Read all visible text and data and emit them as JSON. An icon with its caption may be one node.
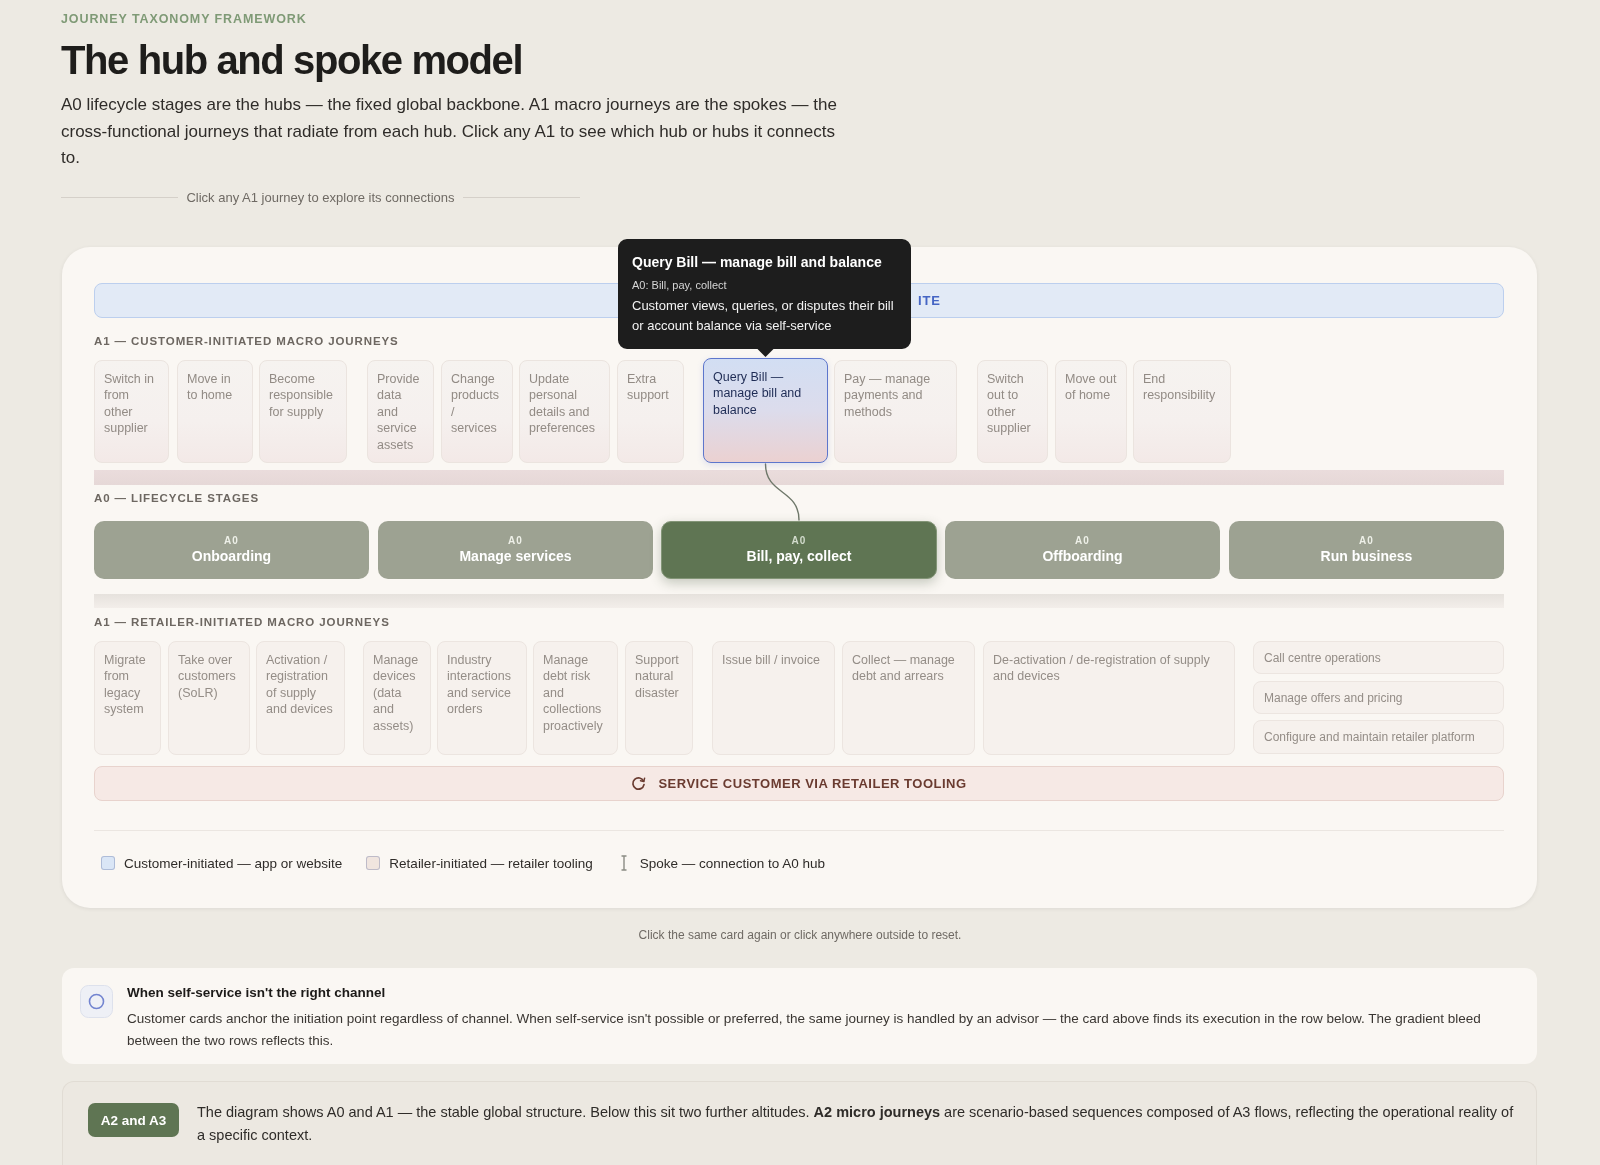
{
  "diagram": {
    "title": "The hub and spoke model",
    "nodes": [
      {
        "text": [
          "Query Bill — manage bill and balance",
          "A0: Bill, pay, collect",
          "Customer views, queries, or disputes their bill or account balance via self-service"
        ]
      },
      {
        "text": [
          "ITE"
        ]
      },
      {
        "text": [
          "Switch in from other supplier"
        ]
      },
      {
        "text": [
          "Move in to home"
        ]
      },
      {
        "text": [
          "Become responsible for supply"
        ]
      },
      {
        "text": [
          "Provide data and service assets"
        ]
      },
      {
        "text": [
          "Change products / services"
        ]
      },
      {
        "text": [
          "Update personal details and preferences"
        ]
      },
      {
        "text": [
          "Extra support"
        ]
      },
      {
        "text": [
          "Query Bill — manage bill and balance"
        ]
      },
      {
        "text": [
          "Pay — manage payments and methods"
        ]
      },
      {
        "text": [
          "Switch out to other supplier"
        ]
      },
      {
        "text": [
          "Move out of home"
        ]
      },
      {
        "text": [
          "End responsibility"
        ]
      },
      {
        "text": [
          "A0",
          "Onboarding"
        ]
      },
      {
        "text": [
          "A0",
          "Manage services"
        ]
      },
      {
        "text": [
          "A0",
          "Bill, pay, collect"
        ]
      },
      {
        "text": [
          "A0",
          "Offboarding"
        ]
      },
      {
        "text": [
          "A0",
          "Run business"
        ]
      },
      {
        "text": [
          "Migrate from legacy system"
        ]
      },
      {
        "text": [
          "Take over customers (SoLR)"
        ]
      },
      {
        "text": [
          "Activation / registration of supply and devices"
        ]
      },
      {
        "text": [
          "Manage devices (data and assets)"
        ]
      },
      {
        "text": [
          "Industry interactions and service orders"
        ]
      },
      {
        "text": [
          "Manage debt risk and collections proactively"
        ]
      },
      {
        "text": [
          "Support natural disaster"
        ]
      },
      {
        "text": [
          "Issue bill / invoice"
        ]
      },
      {
        "text": [
          "Collect — manage debt and arrears"
        ]
      },
      {
        "text": [
          "De-activation / de-registration of supply and devices"
        ]
      },
      {
        "text": [
          "Call centre operations"
        ]
      },
      {
        "text": [
          "Manage offers and pricing"
        ]
      },
      {
        "text": [
          "Configure and maintain retailer platform"
        ]
      },
      {
        "text": [
          "SERVICE CUSTOMER VIA RETAILER TOOLING"
        ]
      },
      {
        "text": [
          "When self-service isn't the right channel",
          "Customer cards anchor the initiation point regardless of channel. When self-service isn't possible or preferred, the same journey is handled by an advisor — the card above finds its execution in the row below. The gradient bleed between the two rows reflects this."
        ]
      },
      {
        "text": [
          "The diagram shows A0 and A1 — the stable global structure. Below this sit two further altitudes. **A2 micro journeys** are scenario-based sequences composed of A3 flows, reflecting the operational reality of a specific context."
        ]
      },
      {
        "text": [
          "A2 and A3"
        ],
        "in": 34
      }
    ],
    "edges": [
      {
        "from": 9,
        "to": 16,
        "arrow": "none"
      }
    ],
    "labels": [
      "JOURNEY TAXONOMY FRAMEWORK",
      "A0 lifecycle stages are the hubs — the fixed global backbone. A1 macro journeys are the spokes — the cross-functional journeys that radiate from each hub. Click any A1 to see which hub or hubs it connects to.",
      "Click any A1 journey to explore its connections",
      "A1 — CUSTOMER-INITIATED MACRO JOURNEYS",
      "A0 — LIFECYCLE STAGES",
      "A1 — RETAILER-INITIATED MACRO JOURNEYS",
      "Click the same card again or click anywhere outside to reset."
    ],
    "legend": [
      {
        "text": "Customer-initiated — app or website",
        "color": "#dae6f6"
      },
      {
        "text": "Retailer-initiated — retailer tooling",
        "color": "#f0e5df"
      },
      {
        "text": "Spoke — connection to A0 hub"
      }
    ]
  }
}
